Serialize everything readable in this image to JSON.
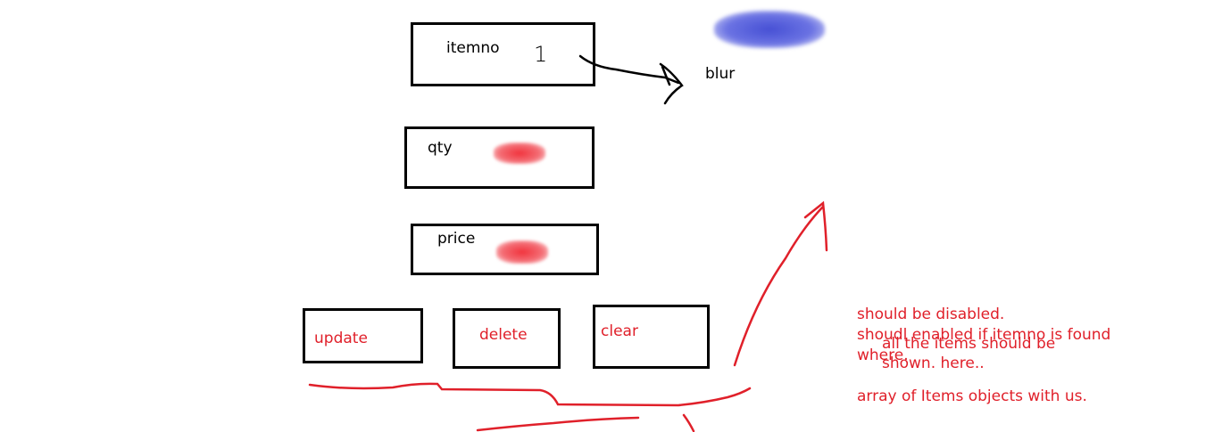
{
  "form": {
    "itemno": {
      "label": "itemno",
      "value": "1"
    },
    "qty": {
      "label": "qty"
    },
    "price": {
      "label": "price"
    }
  },
  "buttons": {
    "update": "update",
    "delete": "delete",
    "clear": "clear"
  },
  "annotations": {
    "blur": "blur",
    "note1": "should be disabled.",
    "note2": "shoudl enabled if itemno is found",
    "note3": "where.",
    "note4": "all the items should be",
    "note5": "shown. here..",
    "note6": "array of Items objects with us."
  },
  "colors": {
    "ink": "#000000",
    "red_ink": "#e0202a",
    "blue_scribble": "#4650d8"
  }
}
